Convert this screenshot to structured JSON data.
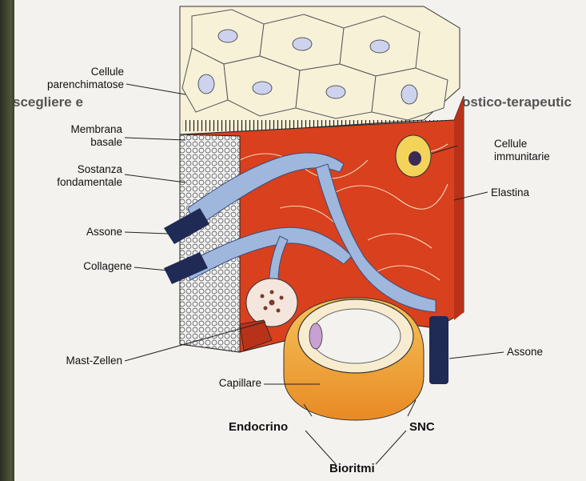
{
  "labels": {
    "cellule_parenchimatose": "Cellule\nparenchimatose",
    "membrana_basale": "Membrana\nbasale",
    "sostanza_fondamentale": "Sostanza\nfondamentale",
    "assone_left": "Assone",
    "collagene": "Collagene",
    "mast_zellen": "Mast-Zellen",
    "capillare": "Capillare",
    "cellule_immunitarie": "Cellule\nimmunitarie",
    "elastina": "Elastina",
    "assone_right": "Assone",
    "endocrino": "Endocrino",
    "snc": "SNC",
    "bioritmi": "Bioritmi"
  },
  "background_text": {
    "heading": "scegliere e",
    "heading_right": "ostico-terapeutic"
  },
  "colors": {
    "parenchyma": "#f6f0d6",
    "matrix_red": "#d8401e",
    "matrix_orange": "#e86a2a",
    "nerve_blue": "#9fb7dd",
    "axon_navy": "#1f2a55",
    "capillary_gold": "#f2a93b",
    "frame_olive": "#3a3f2c"
  }
}
